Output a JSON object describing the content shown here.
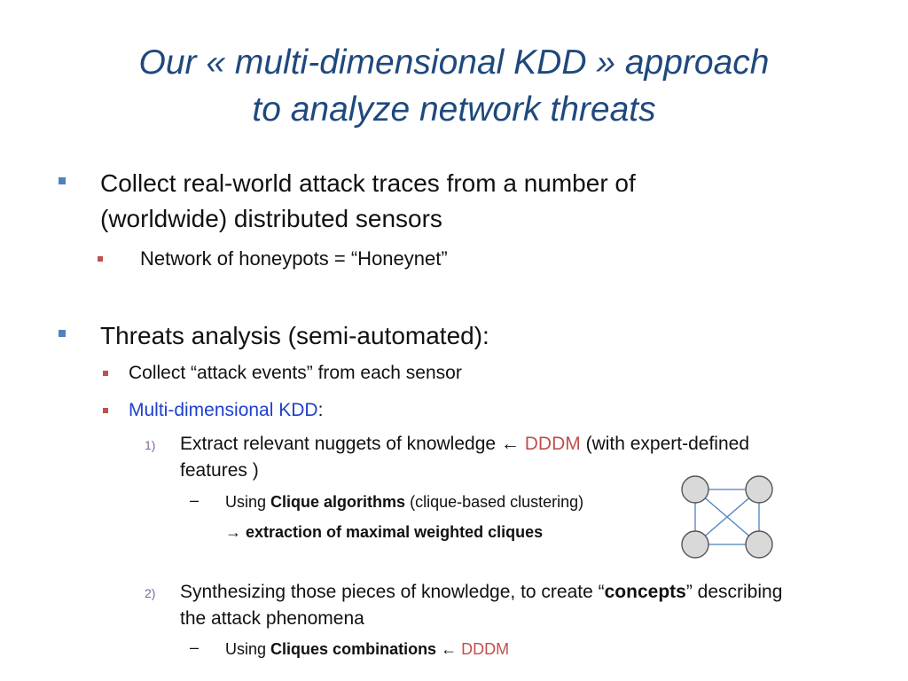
{
  "title": {
    "line1": "Our « multi-dimensional KDD » approach",
    "line2": "to analyze network threats"
  },
  "bullet1": {
    "line1": "Collect real-world attack traces from a number of",
    "line2": "(worldwide) distributed sensors",
    "sub1": "Network of honeypots = “Honeynet”"
  },
  "bullet2": {
    "text": "Threats analysis (semi-automated):",
    "sub1": "Collect “attack events” from each sensor",
    "sub2_link": "Multi-dimensional KDD",
    "sub2_colon": ":",
    "item1": {
      "num": "1)",
      "line1_pre": "Extract relevant nuggets of knowledge",
      "arrow": "←",
      "dddm": "DDDM",
      "line1_post": "(with expert-defined",
      "line2": "features )",
      "dash1_pre": "Using",
      "dash1_bold": "Clique algorithms",
      "dash1_post": "(clique-based clustering)",
      "result_arrow": "→",
      "result_bold": "extraction of maximal weighted cliques"
    },
    "item2": {
      "num": "2)",
      "line1_pre": "Synthesizing those pieces of knowledge, to create “",
      "line1_bold": "concepts",
      "line1_post": "” describing",
      "line2": "the attack phenomena",
      "dash_pre": "Using",
      "dash_bold": "Cliques combinations",
      "arrow": "←",
      "dddm": "DDDM"
    }
  },
  "dash_symbol": "–",
  "colors": {
    "title": "#1F497D",
    "bullet_l1": "#4F81BD",
    "bullet_l2": "#C0504D",
    "link": "#1F3FCF",
    "number": "#8064A2",
    "node_fill": "#D9D9D9",
    "edge": "#4F81BD"
  }
}
